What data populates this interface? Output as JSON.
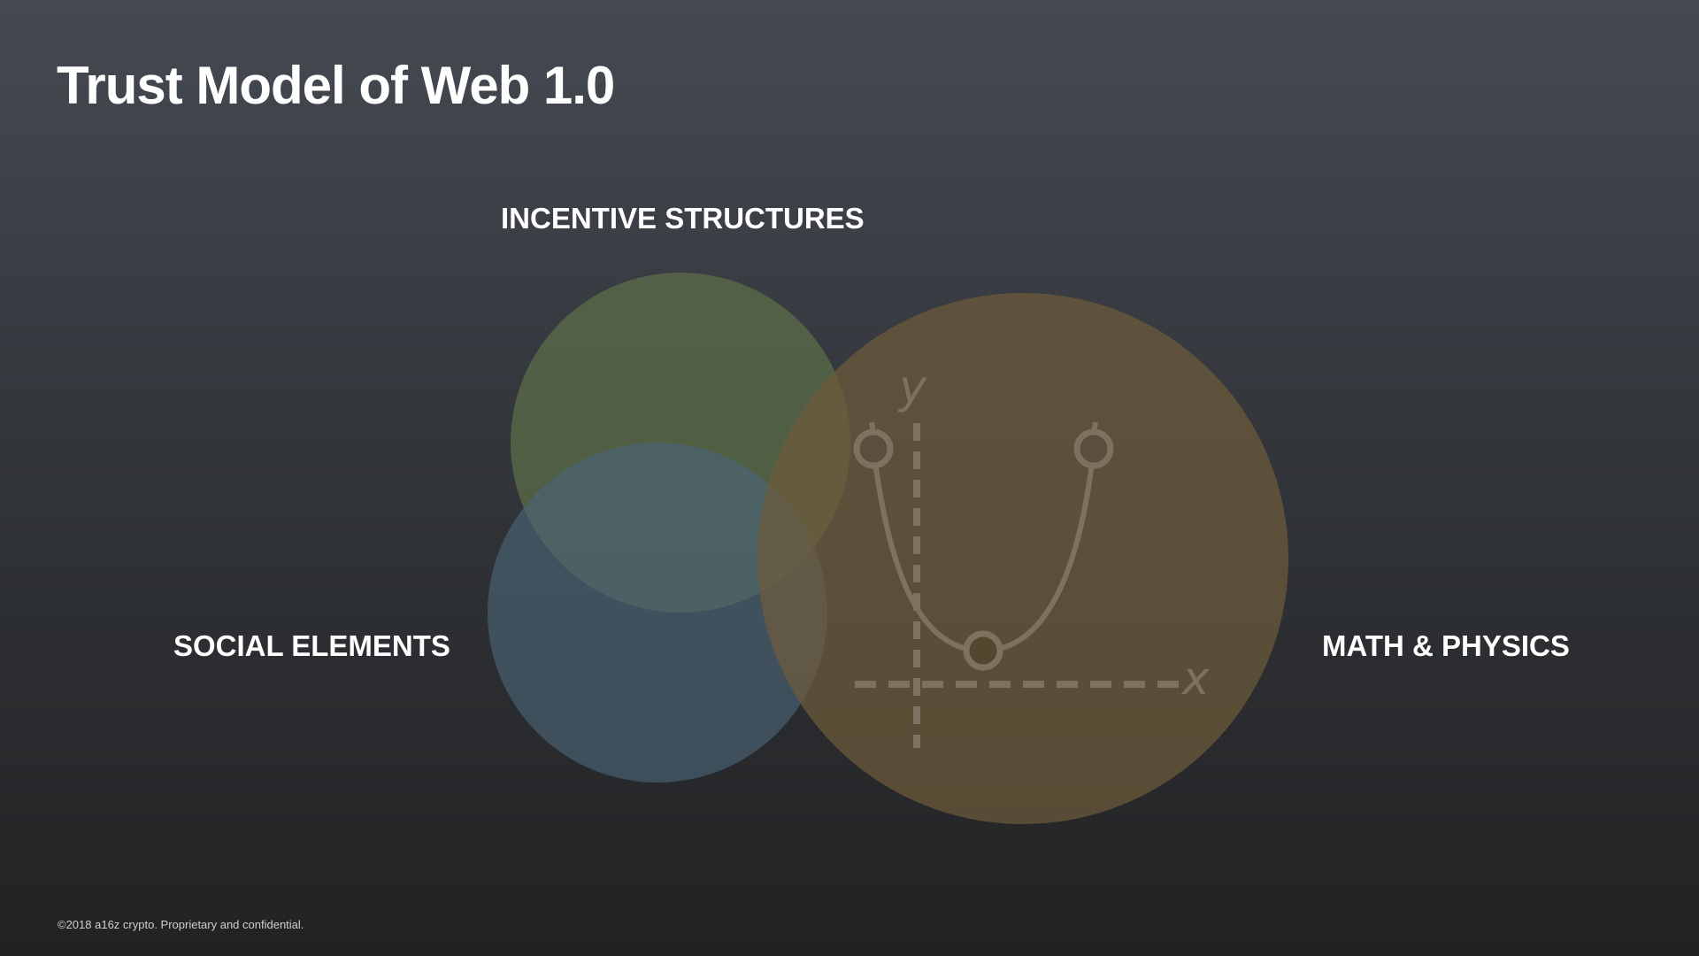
{
  "title": "Trust Model of Web 1.0",
  "circles": [
    {
      "label": "INCENTIVE STRUCTURES",
      "color": "#5d7048"
    },
    {
      "label": "SOCIAL ELEMENTS",
      "color": "#4c6476"
    },
    {
      "label": "MATH & PHYSICS",
      "color": "#6d5b3b"
    }
  ],
  "graph": {
    "x_label": "x",
    "y_label": "y",
    "color": "#7c725f"
  },
  "footer": "©2018 a16z crypto. Proprietary and confidential."
}
